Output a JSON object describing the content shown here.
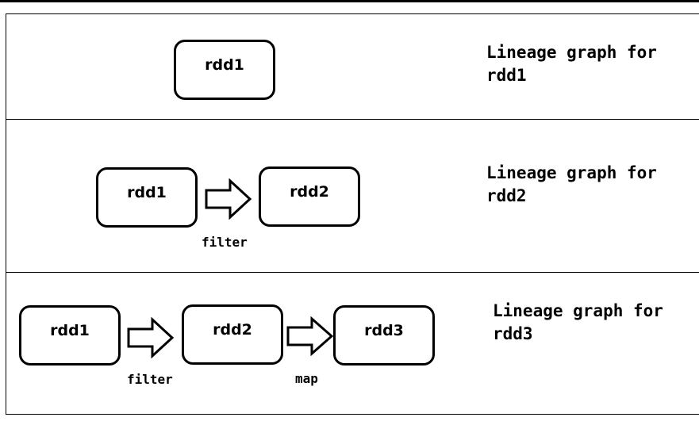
{
  "rows": [
    {
      "nodes": [
        "rdd1"
      ],
      "operations": [],
      "caption_line1": "Lineage graph for",
      "caption_line2": "rdd1"
    },
    {
      "nodes": [
        "rdd1",
        "rdd2"
      ],
      "operations": [
        "filter"
      ],
      "caption_line1": "Lineage graph for",
      "caption_line2": "rdd2"
    },
    {
      "nodes": [
        "rdd1",
        "rdd2",
        "rdd3"
      ],
      "operations": [
        "filter",
        "map"
      ],
      "caption_line1": "Lineage graph for",
      "caption_line2": "rdd3"
    }
  ]
}
